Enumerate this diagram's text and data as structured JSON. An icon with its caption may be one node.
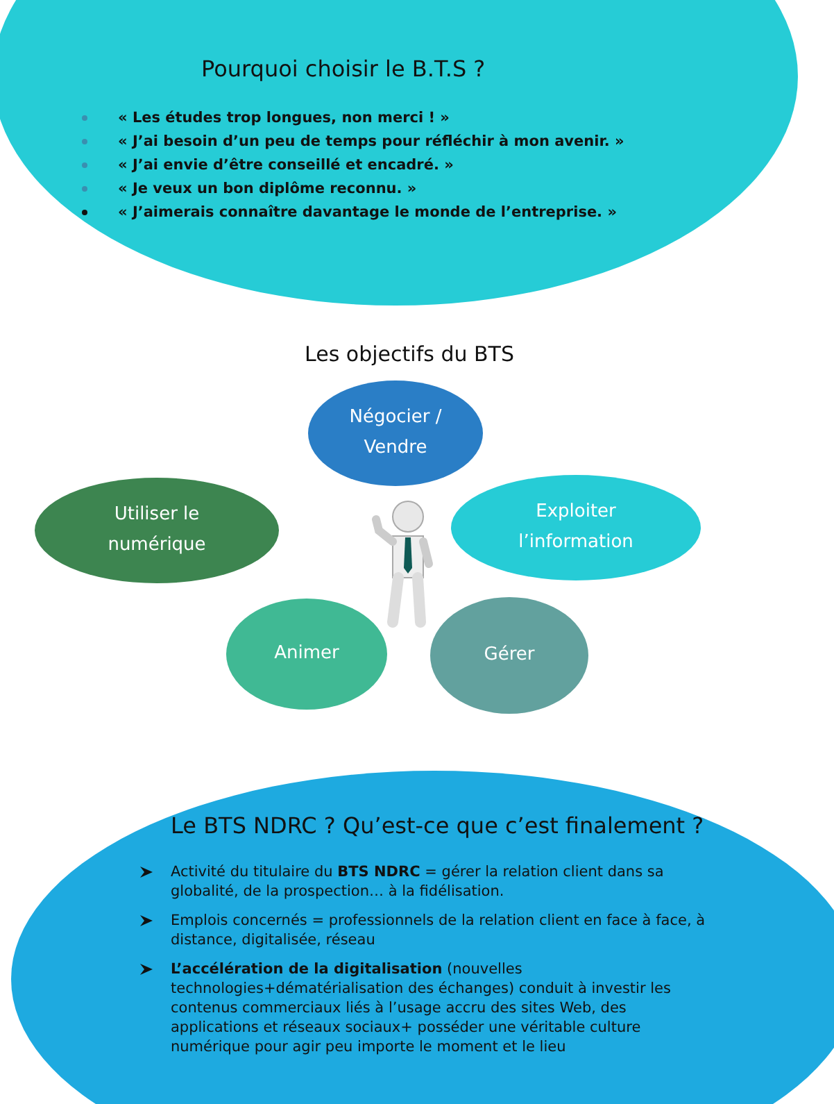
{
  "diagram": {
    "nodes": [
      {
        "text": [
          "Pourquoi choisir le B.T.S ?",
          "« Les études trop longues, non merci ! »",
          "« J’ai besoin d’un peu de temps pour réfléchir à mon avenir. »",
          "« J’ai envie d’être conseillé et encadré. »",
          "« Je veux un bon diplôme reconnu. »",
          "« J’aimerais connaître davantage le monde de l’entreprise. »"
        ]
      },
      {
        "text": [
          "Négocier / Vendre"
        ]
      },
      {
        "text": [
          "Utiliser le numérique"
        ]
      },
      {
        "text": [
          "Exploiter l’information"
        ]
      },
      {
        "text": [
          "Animer"
        ]
      },
      {
        "text": [
          "Gérer"
        ]
      },
      {
        "text": [
          "Le BTS NDRC ? Qu’est-ce que c’est finalement ?",
          "Activité du titulaire du **BTS NDRC** = gérer la relation client dans sa globalité, de la prospection… à la fidélisation.",
          "Emplois concernés = professionnels de la relation client en face à face, à distance, digitalisée, réseau",
          "**L’accélération de la digitalisation** (nouvelles technologies+dématérialisation des échanges) conduit à investir les contenus commerciaux liés à l’usage accru des sites Web, des applications et réseaux sociaux+ posséder une véritable culture numérique pour agir peu importe le moment et le lieu"
        ]
      }
    ],
    "edges": [],
    "labels": [
      "Les objectifs du BTS"
    ]
  }
}
